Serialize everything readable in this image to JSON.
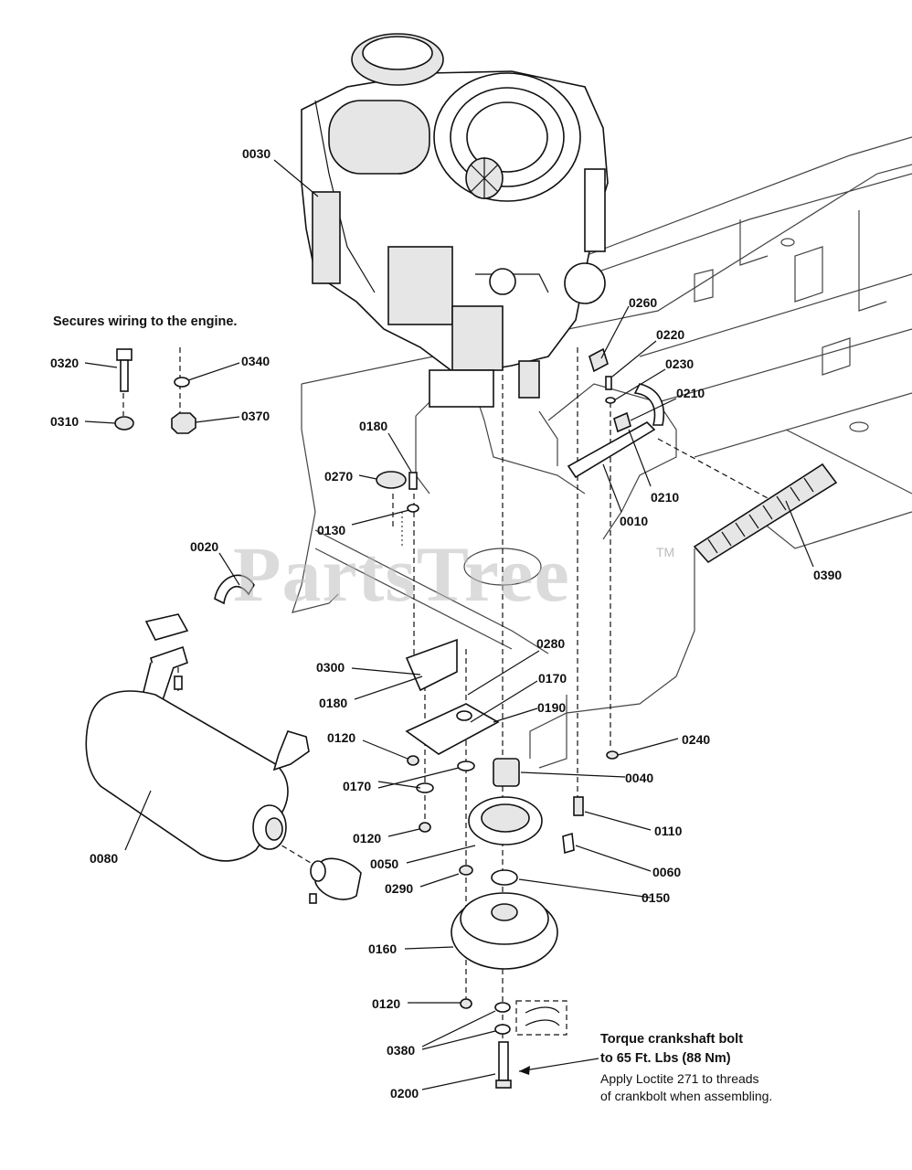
{
  "watermark": {
    "text": "PartsTree",
    "tm": "TM"
  },
  "notes": {
    "wiring": "Secures wiring to the engine.",
    "torque_line1": "Torque crankshaft bolt",
    "torque_line2": "to 65 Ft. Lbs (88 Nm)",
    "loctite_line1": "Apply Loctite 271 to threads",
    "loctite_line2": "of crankbolt when assembling."
  },
  "callouts": {
    "c0030": "0030",
    "c0320": "0320",
    "c0340": "0340",
    "c0310": "0310",
    "c0370": "0370",
    "c0260": "0260",
    "c0220": "0220",
    "c0230": "0230",
    "c0210a": "0210",
    "c0210b": "0210",
    "c0010": "0010",
    "c0390": "0390",
    "c0180a": "0180",
    "c0270": "0270",
    "c0130": "0130",
    "c0020": "0020",
    "c0300": "0300",
    "c0280": "0280",
    "c0180b": "0180",
    "c0170a": "0170",
    "c0190": "0190",
    "c0120a": "0120",
    "c0240": "0240",
    "c0170b": "0170",
    "c0040": "0040",
    "c0110": "0110",
    "c0120b": "0120",
    "c0050": "0050",
    "c0060": "0060",
    "c0080": "0080",
    "c0290": "0290",
    "c0150": "0150",
    "c0160": "0160",
    "c0120c": "0120",
    "c0380": "0380",
    "c0200": "0200"
  }
}
